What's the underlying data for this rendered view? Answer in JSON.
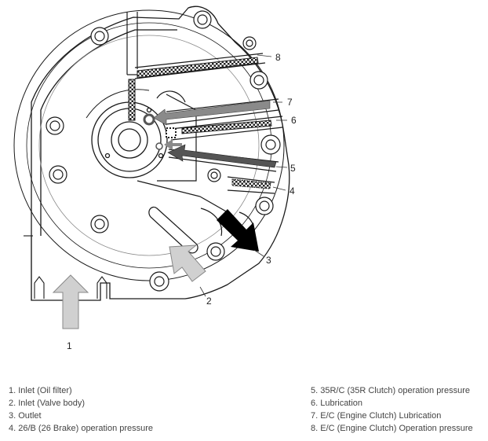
{
  "callouts": [
    "1",
    "2",
    "3",
    "4",
    "5",
    "6",
    "7",
    "8"
  ],
  "legend_left": [
    "1. Inlet (Oil filter)",
    "2. Inlet (Valve body)",
    "3. Outlet",
    "4. 26/B (26 Brake) operation pressure"
  ],
  "legend_right": [
    "5. 35R/C (35R Clutch) operation pressure",
    "6. Lubrication",
    "7. E/C (Engine Clutch) Lubrication",
    "8. E/C (Engine Clutch) Operation pressure"
  ],
  "colors": {
    "line": "#1a1a1a",
    "inlet_arrow": "#d0d0d0",
    "outlet_arrow": "#000000",
    "pressure_arrow": "#555555",
    "lube_arrow": "#8a8a8a"
  }
}
